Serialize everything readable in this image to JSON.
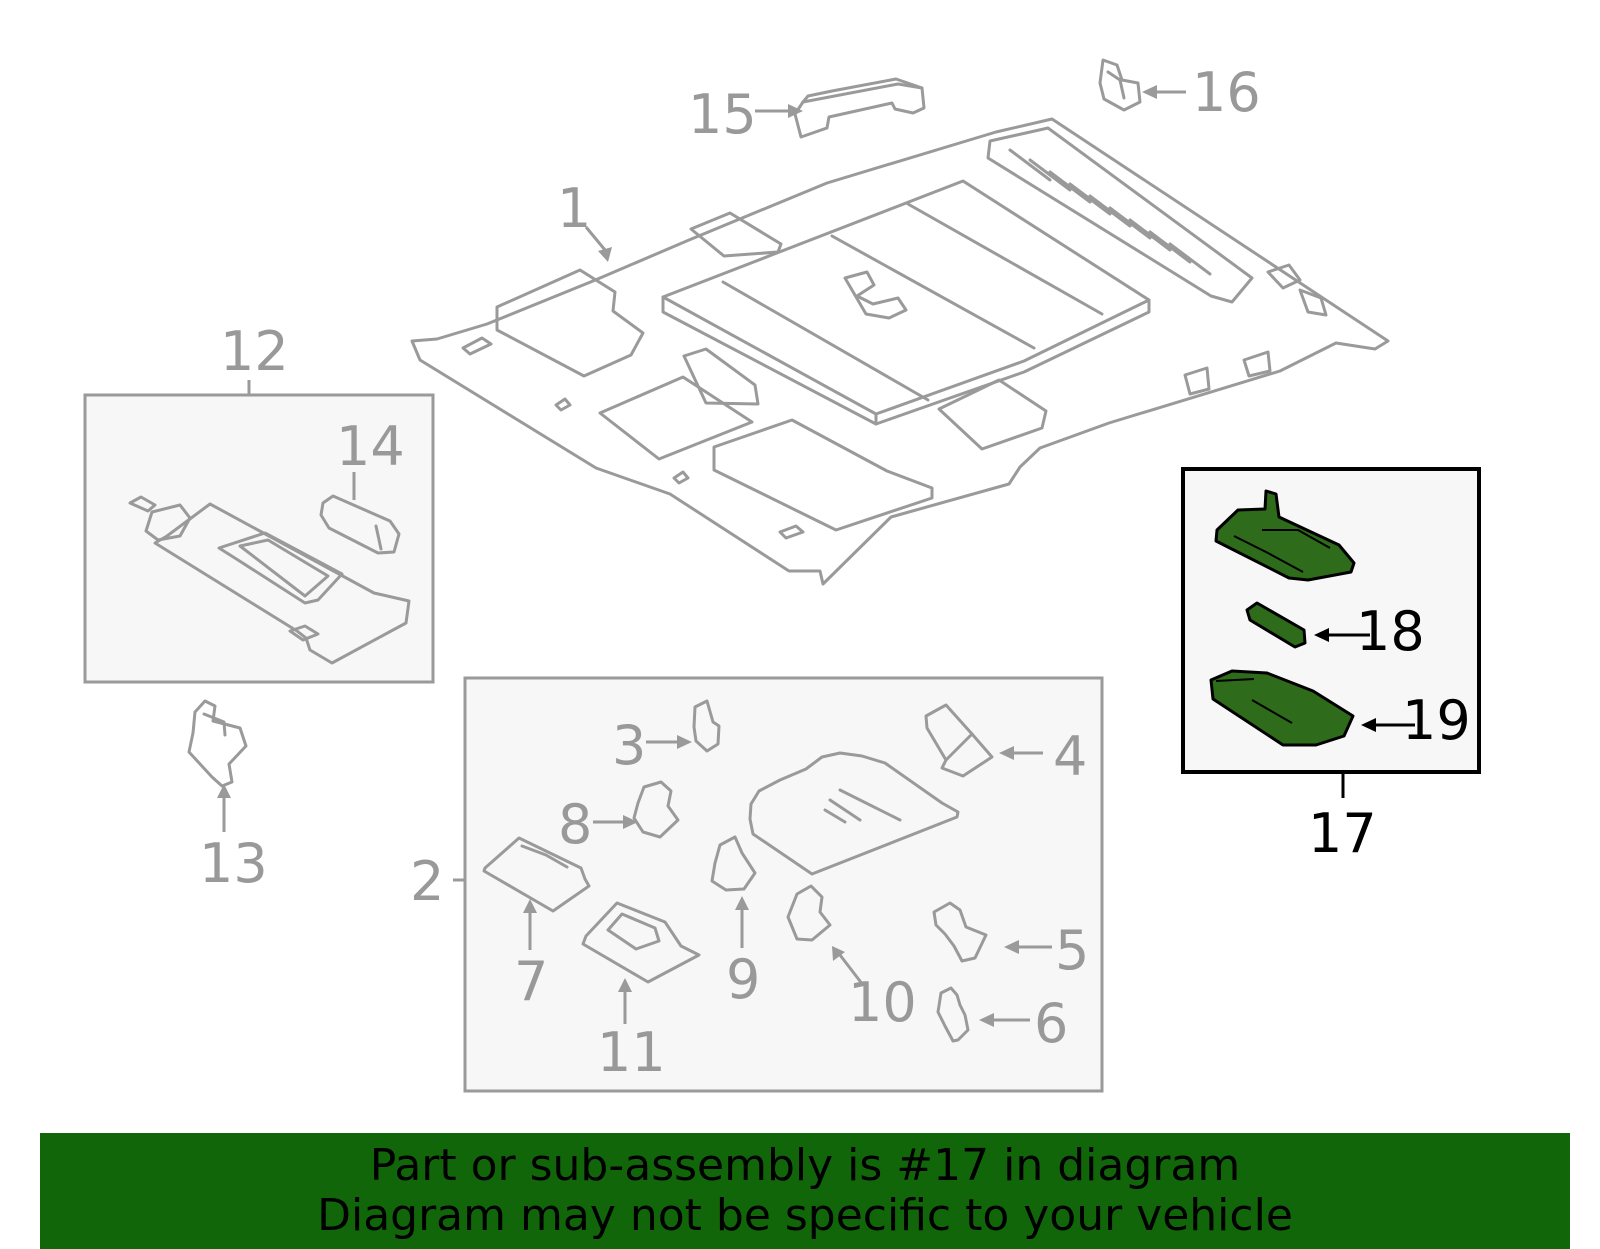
{
  "callouts": {
    "c1": "1",
    "c2": "2",
    "c3": "3",
    "c4": "4",
    "c5": "5",
    "c6": "6",
    "c7": "7",
    "c8": "8",
    "c9": "9",
    "c10": "10",
    "c11": "11",
    "c12": "12",
    "c13": "13",
    "c14": "14",
    "c15": "15",
    "c16": "16",
    "c17": "17",
    "c18": "18",
    "c19": "19"
  },
  "banner": {
    "line1": "Part or sub-assembly is #17 in diagram",
    "line2": "Diagram may not be specific to your vehicle"
  },
  "colors": {
    "highlight": "#2e6b1a",
    "banner_bg": "#12660a",
    "part_stroke": "#9a9a9a",
    "box_fill": "#f7f7f7"
  }
}
